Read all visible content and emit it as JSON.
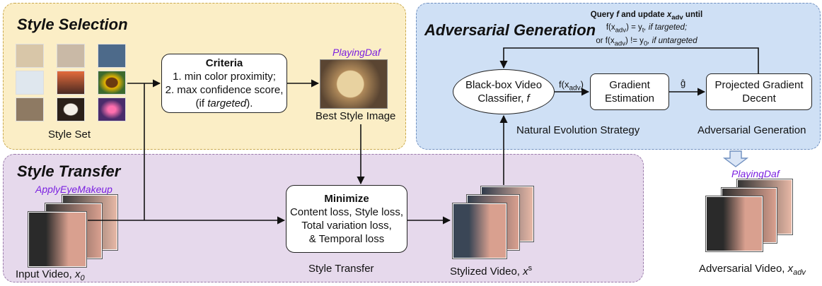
{
  "panels": {
    "style_selection": "Style Selection",
    "style_transfer": "Style Transfer",
    "adversarial_generation": "Adversarial Generation"
  },
  "criteria": {
    "title": "Criteria",
    "line1": "1. min color proximity;",
    "line2": "2. max confidence score,",
    "line3_pre": "(if ",
    "line3_em": "targeted",
    "line3_post": ")."
  },
  "style_set_label": "Style Set",
  "best_style": {
    "class": "PlayingDaf",
    "label": "Best Style Image"
  },
  "input_video": {
    "class": "ApplyEyeMakeup",
    "label": "Input Video, ",
    "sym": "x",
    "sub": "0"
  },
  "minimize": {
    "title": "Minimize",
    "line1": "Content loss, Style loss,",
    "line2": "Total variation loss,",
    "line3": "& Temporal loss"
  },
  "style_transfer_caption": "Style Transfer",
  "stylized_video": {
    "label": "Stylized Video, ",
    "sym": "x",
    "sup": "s"
  },
  "classifier": {
    "line1": "Black-box Video",
    "line2": "Classifier, ",
    "sym": "f"
  },
  "f_xadv": "f(x",
  "f_xadv_sub": "adv",
  "g_hat": "ĝ",
  "gradient_estimation": {
    "line1": "Gradient",
    "line2": "Estimation"
  },
  "projected": {
    "line1": "Projected Gradient",
    "line2": "Decent"
  },
  "query": {
    "line1_pre": "Query ",
    "line1_f": "f",
    "line1_mid": " and update ",
    "line1_x": "x",
    "line1_sub": "adv",
    "line1_post": " until",
    "line2": "f(x",
    "line2_sub": "adv",
    "line2_mid": ") = y",
    "line2_sub2": "t",
    "line2_post": ", if targeted;",
    "line3": "or f(x",
    "line3_sub": "adv",
    "line3_mid": ") != y",
    "line3_sub2": "0",
    "line3_post": ", if untargeted"
  },
  "nes_caption": "Natural Evolution Strategy",
  "adv_gen_caption": "Adversarial Generation",
  "adv_video": {
    "class": "PlayingDaf",
    "label": "Adversarial Video, ",
    "sym": "x",
    "sub": "adv"
  },
  "thumb_colors": [
    "#d8c6a8",
    "#c9b9a6",
    "#4d6a8a",
    "#dfe7ee",
    "#e46b3c",
    "#e8b400",
    "#8e7a63",
    "#2b2018",
    "#4a2c6b"
  ],
  "video_colors": {
    "dark": "#2a2a2a",
    "skin": "#d9a08f",
    "light": "#e7b8a6"
  }
}
